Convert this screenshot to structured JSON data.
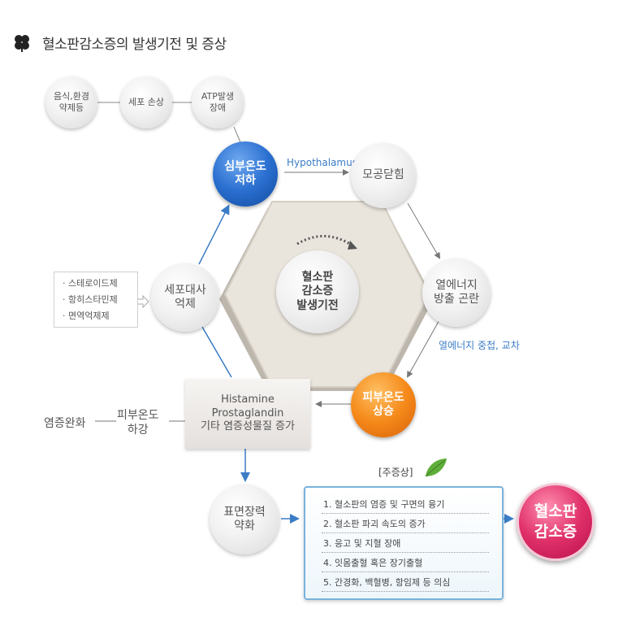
{
  "title": "혈소판감소증의 발생기전 및 증상",
  "top_row": [
    "음식,환경\n약제등",
    "세포 손상",
    "ATP발생\n장애"
  ],
  "nodes": {
    "core_temp": "심부온도\n저하",
    "pore_close": "모공닫힘",
    "heat_release": "열에너지\n방출 곤란",
    "skin_temp_up": "피부온도\n상승",
    "cell_metab": "세포대사\n억제",
    "surface_tension": "표면장력\n약화",
    "result": "혈소판\n감소증"
  },
  "center": "혈소판\n감소증\n발생기전",
  "histamine_box": "Histamine\nProstaglandin\n기타 염증성물질 증가",
  "skin_temp_down": "피부온도\n하강",
  "inflammation_relief": "염증완화",
  "labels": {
    "hypothalamus": "Hypothalamus",
    "heat_overlap": "열에너지 중첩, 교차"
  },
  "drugs": [
    "· 스테로이드제",
    "· 항히스타민제",
    "· 면역억제제"
  ],
  "symptoms": {
    "title": "[주증상]",
    "items": [
      "1. 혈소판의 염증 및 구면의 융기",
      "2. 혈소판 파괴 속도의 증가",
      "3. 응고 및 지혈 장애",
      "4. 잇몸출혈 혹은 장기출혈",
      "5. 간경화, 백혈병, 항임제 등 의심"
    ]
  },
  "colors": {
    "blue": "#2a6fd0",
    "orange": "#f58a1a",
    "pink": "#e0306a",
    "arrow_blue": "#3a7cc6"
  }
}
